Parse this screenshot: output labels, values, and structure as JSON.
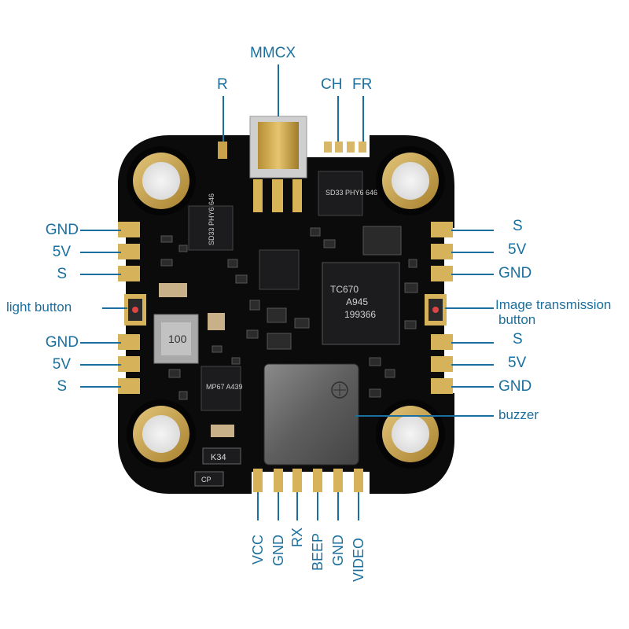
{
  "colors": {
    "callout": "#1a6f9e",
    "board": "#0b0b0c",
    "gold": "#c9a24a",
    "chip": "#1c1c1e"
  },
  "labels": {
    "top": {
      "mmcx": "MMCX",
      "r": "R",
      "ch": "CH",
      "fr": "FR"
    },
    "left": {
      "gnd1": "GND",
      "v5_1": "5V",
      "s1": "S",
      "light_button": "light button",
      "gnd2": "GND",
      "v5_2": "5V",
      "s2": "S"
    },
    "right": {
      "s1": "S",
      "v5_1": "5V",
      "gnd1": "GND",
      "image_button_line1": "Image transmission",
      "image_button_line2": "button",
      "s2": "S",
      "v5_2": "5V",
      "gnd2": "GND",
      "buzzer": "buzzer"
    },
    "bottom": {
      "vcc": "VCC",
      "gnd1": "GND",
      "rx": "RX",
      "beep": "BEEP",
      "gnd2": "GND",
      "video": "VIDEO"
    }
  },
  "markings": {
    "chip_left_top": "SD33 PHY6 646",
    "chip_right_top": "SD33 PHY6 646",
    "main_chip_1": "TC670",
    "main_chip_2": "A945",
    "main_chip_3": "199366",
    "mp_chip": "MP67 A439",
    "inductor": "100",
    "diode": "K34",
    "sod": "CP"
  }
}
